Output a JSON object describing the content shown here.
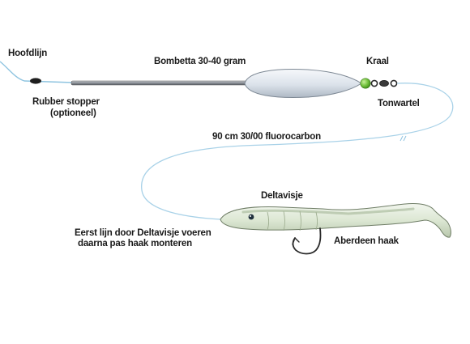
{
  "labels": {
    "main_line": "Hoofdlijn",
    "sinker": "Bombetta 30-40 gram",
    "bead": "Kraal",
    "rubber_stopper": "Rubber stopper",
    "optional": "(optioneel)",
    "swivel": "Tonwartel",
    "leader": "90 cm 30/00 fluorocarbon",
    "lure": "Deltavisje",
    "instruction_line1": "Eerst lijn door Deltavisje voeren",
    "instruction_line2": "daarna pas haak monteren",
    "hook": "Aberdeen haak"
  },
  "colors": {
    "line": "#8fc4e0",
    "float_body": "#dfe6ee",
    "float_stem": "#8a8f96",
    "bead": "#6fbf3a",
    "fish_body": "#dde8d5",
    "hook": "#2a2a2a",
    "text": "#1a1a1a"
  }
}
